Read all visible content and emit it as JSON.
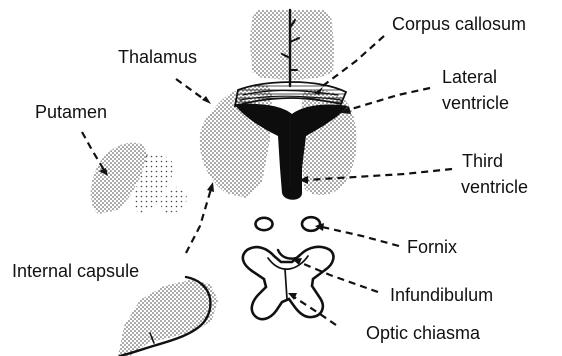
{
  "labels": {
    "corpus_callosum": "Corpus callosum",
    "thalamus": "Thalamus",
    "lateral_ventricle_1": "Lateral",
    "lateral_ventricle_2": "ventricle",
    "putamen": "Putamen",
    "third_ventricle_1": "Third",
    "third_ventricle_2": "ventricle",
    "fornix": "Fornix",
    "internal_capsule": "Internal capsule",
    "infundibulum": "Infundibulum",
    "optic_chiasma": "Optic chiasma"
  }
}
